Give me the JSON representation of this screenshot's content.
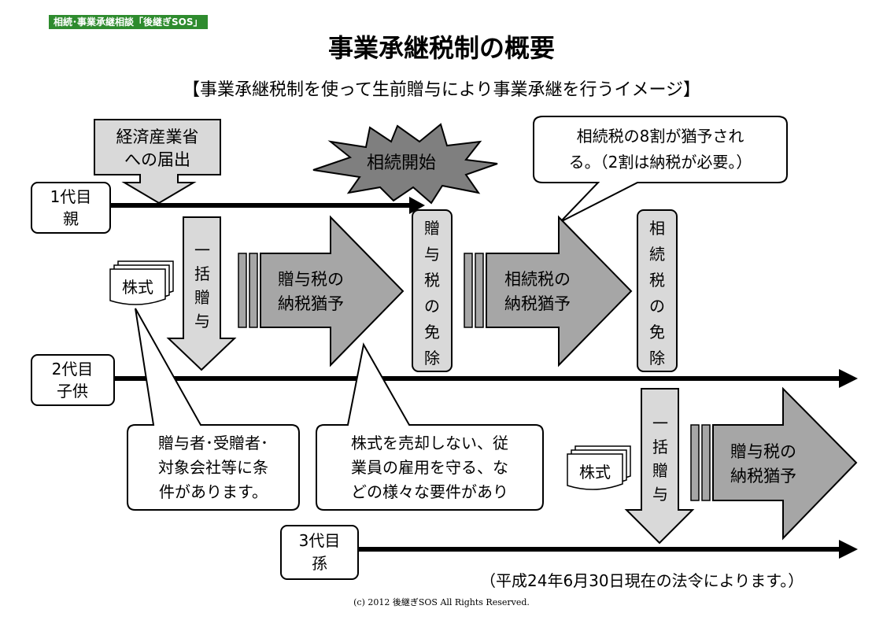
{
  "header": {
    "badge": "相続･事業承継相談「後継ぎSOS」",
    "title": "事業承継税制の概要",
    "subtitle": "【事業承継税制を使って生前贈与により事業承継を行うイメージ】"
  },
  "generations": {
    "first": [
      "1代目",
      "親"
    ],
    "second": [
      "2代目",
      "子供"
    ],
    "third": [
      "3代目",
      "孫"
    ]
  },
  "boxes": {
    "meti": [
      "経済産業省",
      "への届出"
    ],
    "inheritance_start": "相続開始",
    "callout_80": [
      "相続税の8割が猶予され",
      "る。（2割は納税が必要。）"
    ],
    "shares_1": "株式",
    "shares_2": "株式",
    "lump_gift_1": [
      "一",
      "括",
      "贈",
      "与"
    ],
    "lump_gift_2": [
      "一",
      "括",
      "贈",
      "与"
    ],
    "gift_tax_deferral_1": [
      "贈与税の",
      "納税猶予"
    ],
    "gift_tax_deferral_2": [
      "贈与税の",
      "納税猶予"
    ],
    "inherit_tax_deferral": [
      "相続税の",
      "納税猶予"
    ],
    "gift_tax_exempt": [
      "贈",
      "与",
      "税",
      "の",
      "免",
      "除"
    ],
    "inherit_tax_exempt": [
      "相",
      "続",
      "税",
      "の",
      "免",
      "除"
    ],
    "callout_conditions": [
      "贈与者･受贈者･",
      "対象会社等に条",
      "件があります。"
    ],
    "callout_requirements": [
      "株式を売却しない、従",
      "業員の雇用を守る、な",
      "どの様々な要件があり"
    ]
  },
  "footer": {
    "note": "（平成24年6月30日現在の法令によります。）",
    "copyright": "(c) 2012 後継ぎSOS All Rights Reserved."
  },
  "colors": {
    "badge": "#2e8b2e",
    "light_gray": "#d9d9d9",
    "dark_gray": "#a6a6a6",
    "border": "#000000"
  }
}
